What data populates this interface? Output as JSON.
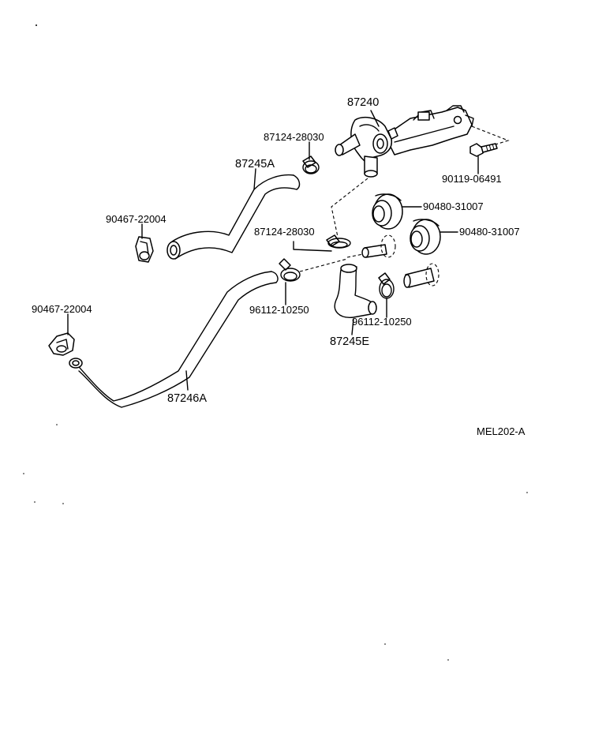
{
  "diagram": {
    "code": "MEL202-A",
    "parts": {
      "valve": "87240",
      "hose_upper": "87245A",
      "hose_elbow": "87245E",
      "hose_lower": "87246A",
      "clamp_valve": "87124-28030",
      "clamp_mid": "87124-28030",
      "bolt": "90119-06491",
      "grommet_1": "90480-31007",
      "grommet_2": "90480-31007",
      "clip_left_upper": "90467-22004",
      "clip_left_lower": "90467-22004",
      "clamp_center": "96112-10250",
      "clamp_right": "96112-10250"
    }
  }
}
